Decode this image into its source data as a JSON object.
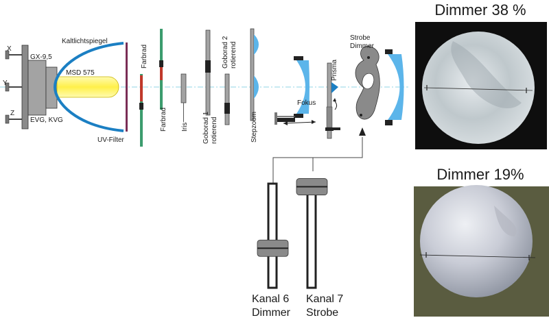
{
  "lamp": {
    "x_label": "X",
    "y_label": "Y",
    "z_label": "Z",
    "socket_label": "GX-9,5",
    "ballast_label": "EVG, KVG",
    "lamp_label": "MSD 575",
    "mirror_label": "Kaltlichtspiegel",
    "uv_filter_label": "UV-Filter"
  },
  "optics": {
    "farbrad_top": "Farbrad",
    "farbrad_bottom": "Farbrad",
    "iris": "Iris",
    "gobo1": [
      "Goborad 1",
      "rotierend"
    ],
    "gobo2": [
      "Goborad 2",
      "rotierend"
    ],
    "stepzoom": "Stepzoom",
    "fokus": "Fokus",
    "prisma": "Prisma",
    "strobe_dimmer": [
      "Strobe",
      "Dimmer"
    ]
  },
  "faders": {
    "kanal6": [
      "Kanal 6",
      "Dimmer"
    ],
    "kanal7": [
      "Kanal 7",
      "Strobe"
    ],
    "kanal6_level": 0.38,
    "kanal7_level": 0.97
  },
  "photos": {
    "top_title": "Dimmer 38 %",
    "bottom_title": "Dimmer 19%"
  },
  "colors": {
    "mirror_blue": "#1b7fc3",
    "lens_blue": "#5cb5ea",
    "lamp_yellow": "#fff04a",
    "axis": "#8fd6e6"
  }
}
